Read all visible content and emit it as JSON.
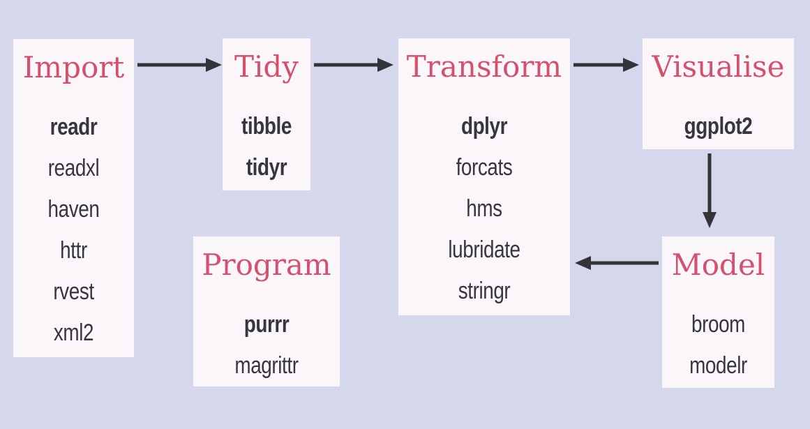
{
  "colors": {
    "background": "#d5d7ec",
    "box_fill": "#fbf6fa",
    "heading": "#d5506c",
    "text": "#36363e",
    "arrow": "#333338"
  },
  "boxes": {
    "import": {
      "title": "Import",
      "packages": [
        {
          "name": "readr",
          "bold": true
        },
        {
          "name": "readxl",
          "bold": false
        },
        {
          "name": "haven",
          "bold": false
        },
        {
          "name": "httr",
          "bold": false
        },
        {
          "name": "rvest",
          "bold": false
        },
        {
          "name": "xml2",
          "bold": false
        }
      ]
    },
    "tidy": {
      "title": "Tidy",
      "packages": [
        {
          "name": "tibble",
          "bold": true
        },
        {
          "name": "tidyr",
          "bold": true
        }
      ]
    },
    "transform": {
      "title": "Transform",
      "packages": [
        {
          "name": "dplyr",
          "bold": true
        },
        {
          "name": "forcats",
          "bold": false
        },
        {
          "name": "hms",
          "bold": false
        },
        {
          "name": "lubridate",
          "bold": false
        },
        {
          "name": "stringr",
          "bold": false
        }
      ]
    },
    "visualise": {
      "title": "Visualise",
      "packages": [
        {
          "name": "ggplot2",
          "bold": true
        }
      ]
    },
    "model": {
      "title": "Model",
      "packages": [
        {
          "name": "broom",
          "bold": false
        },
        {
          "name": "modelr",
          "bold": false
        }
      ]
    },
    "program": {
      "title": "Program",
      "packages": [
        {
          "name": "purrr",
          "bold": true
        },
        {
          "name": "magrittr",
          "bold": false
        }
      ]
    }
  },
  "arrows": [
    {
      "from": "Import",
      "to": "Tidy",
      "direction": "right"
    },
    {
      "from": "Tidy",
      "to": "Transform",
      "direction": "right"
    },
    {
      "from": "Transform",
      "to": "Visualise",
      "direction": "right"
    },
    {
      "from": "Visualise",
      "to": "Model",
      "direction": "down"
    },
    {
      "from": "Model",
      "to": "Transform",
      "direction": "left"
    }
  ]
}
